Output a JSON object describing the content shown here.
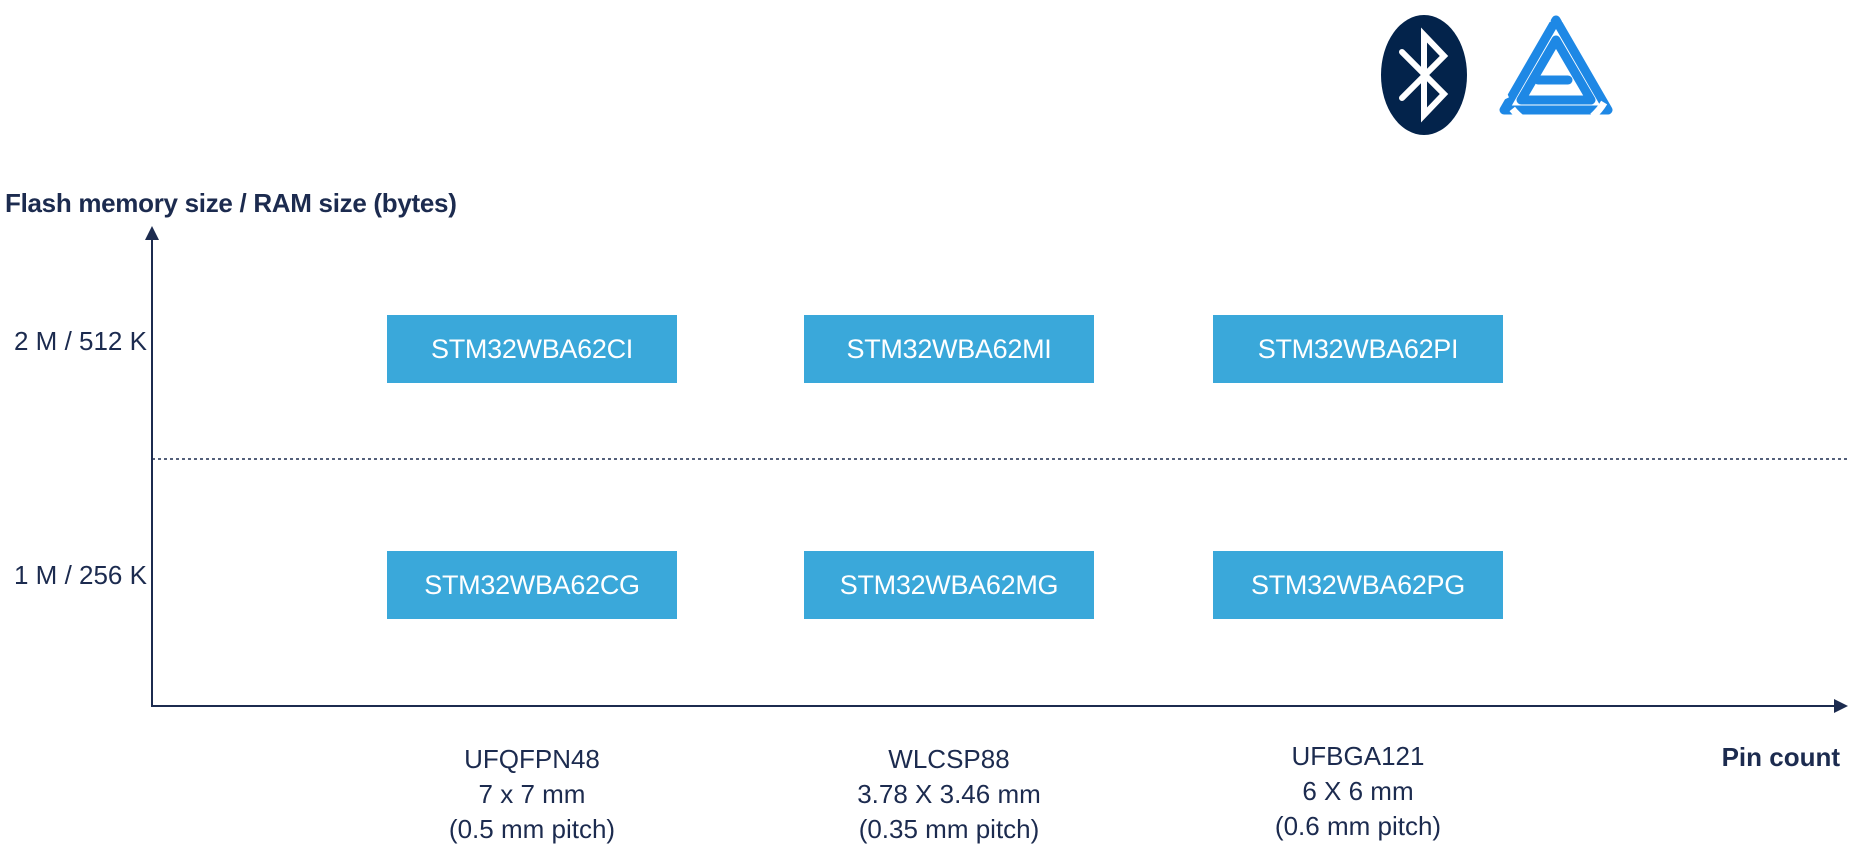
{
  "y_axis": {
    "title": "Flash memory size / RAM size (bytes)"
  },
  "x_axis": {
    "title": "Pin count"
  },
  "rows": [
    {
      "label": "2 M / 512 K",
      "parts": [
        "STM32WBA62CI",
        "STM32WBA62MI",
        "STM32WBA62PI"
      ]
    },
    {
      "label": "1 M / 256 K",
      "parts": [
        "STM32WBA62CG",
        "STM32WBA62MG",
        "STM32WBA62PG"
      ]
    }
  ],
  "packages": [
    {
      "name": "UFQFPN48",
      "size": "7 x 7 mm",
      "pitch": "(0.5 mm pitch)"
    },
    {
      "name": "WLCSP88",
      "size": "3.78 X 3.46 mm",
      "pitch": "(0.35 mm pitch)"
    },
    {
      "name": "UFBGA121",
      "size": "6 X 6 mm",
      "pitch": "(0.6 mm pitch)"
    }
  ],
  "logos": [
    {
      "name": "bluetooth-icon",
      "color": "#03234b"
    },
    {
      "name": "thread-matter-icon",
      "color": "#1e88e5"
    }
  ],
  "colors": {
    "axis": "#1c2b4f",
    "box": "#3aa8da"
  }
}
